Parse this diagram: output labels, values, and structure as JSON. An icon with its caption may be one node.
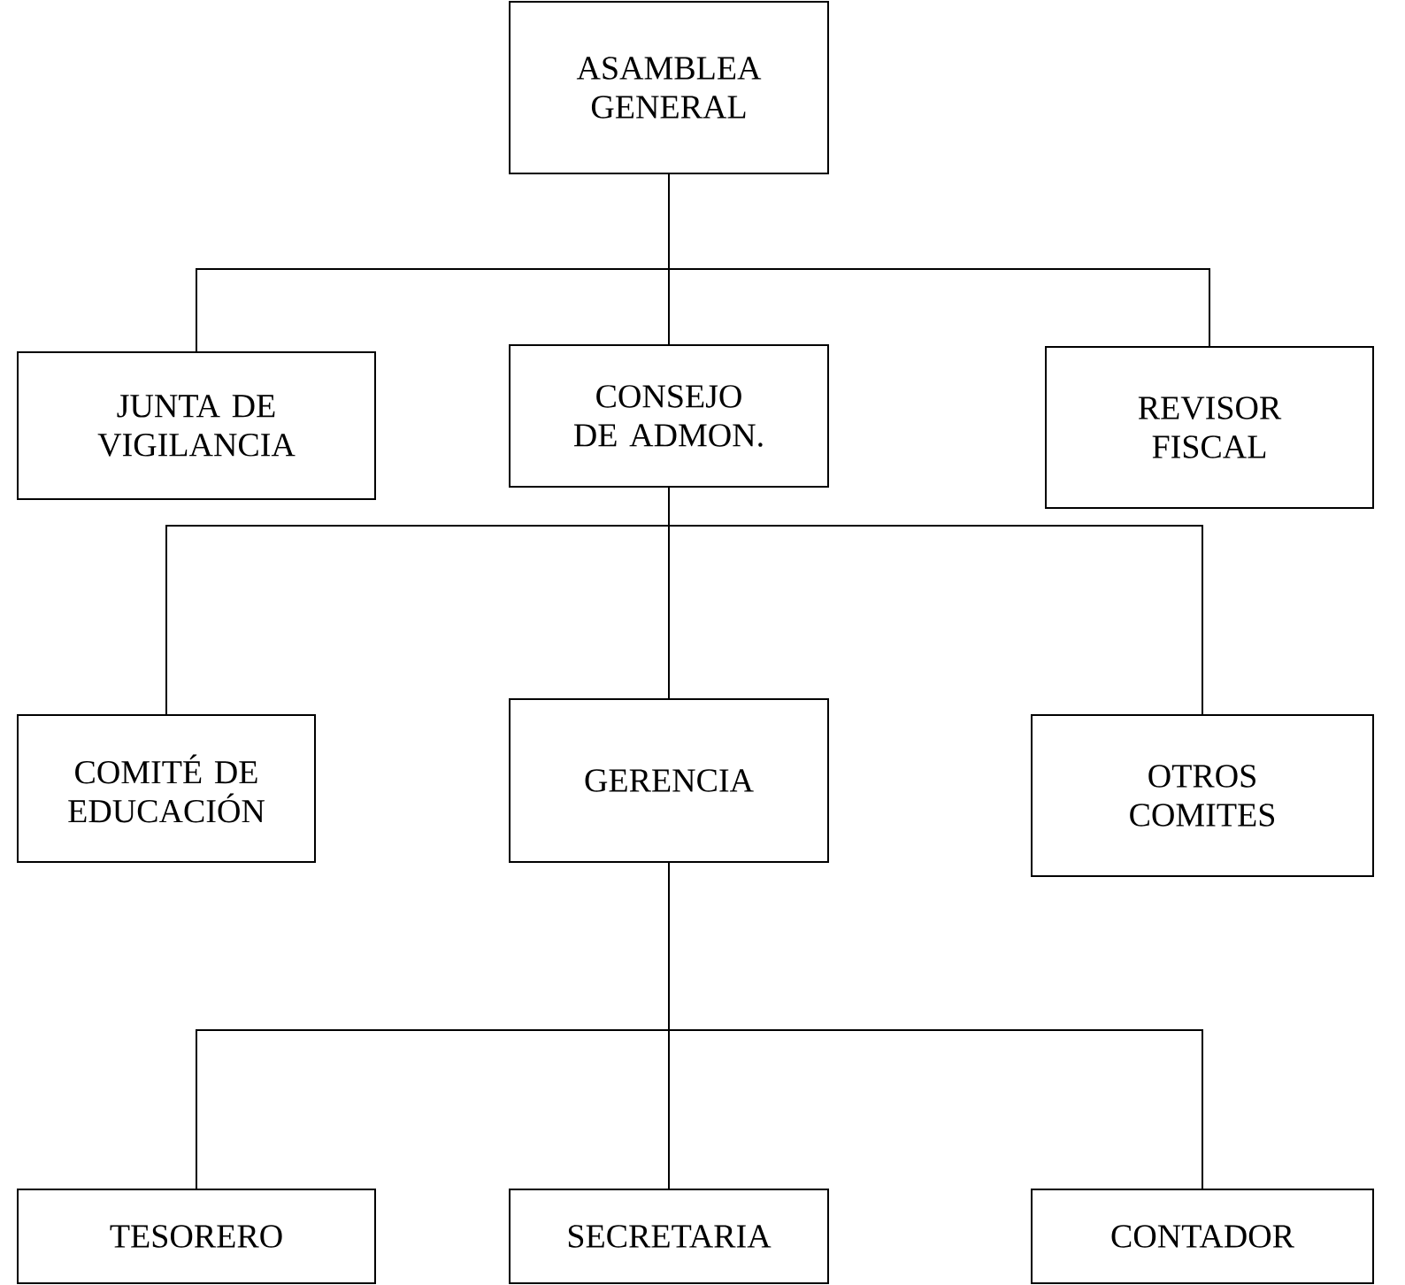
{
  "diagram": {
    "nodes": [
      {
        "text": [
          "ASAMBLEA GENERAL"
        ]
      },
      {
        "text": [
          "JUNTA DE VIGILANCIA"
        ]
      },
      {
        "text": [
          "CONSEJO DE ADMON."
        ]
      },
      {
        "text": [
          "REVISOR FISCAL"
        ]
      },
      {
        "text": [
          "COMITÉ DE EDUCACIÓN"
        ]
      },
      {
        "text": [
          "GERENCIA"
        ]
      },
      {
        "text": [
          "OTROS COMITES"
        ]
      },
      {
        "text": [
          "TESORERO"
        ]
      },
      {
        "text": [
          "SECRETARIA"
        ]
      },
      {
        "text": [
          "CONTADOR"
        ]
      }
    ],
    "edges": [
      {
        "from": 0,
        "to": 1,
        "arrow": "none"
      },
      {
        "from": 0,
        "to": 2,
        "arrow": "none"
      },
      {
        "from": 0,
        "to": 3,
        "arrow": "none"
      },
      {
        "from": 2,
        "to": 4,
        "arrow": "none"
      },
      {
        "from": 2,
        "to": 5,
        "arrow": "none"
      },
      {
        "from": 2,
        "to": 6,
        "arrow": "none"
      },
      {
        "from": 5,
        "to": 7,
        "arrow": "none"
      },
      {
        "from": 5,
        "to": 8,
        "arrow": "none"
      },
      {
        "from": 5,
        "to": 9,
        "arrow": "none"
      }
    ]
  }
}
